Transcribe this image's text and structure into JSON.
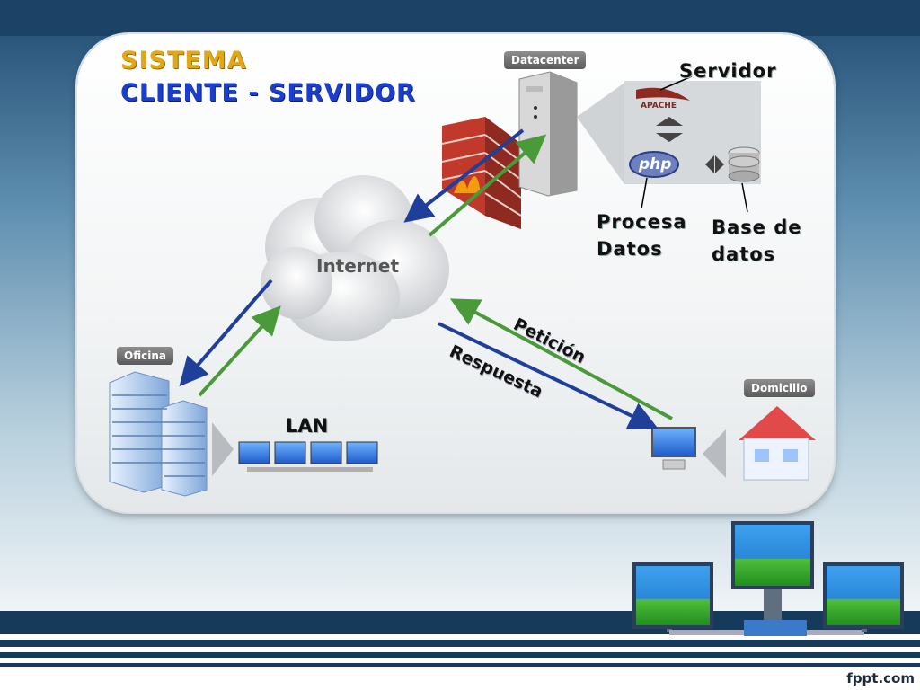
{
  "title": {
    "line1": "SISTEMA",
    "line2": "CLIENTE - SERVIDOR"
  },
  "nodes": {
    "datacenter": "Datacenter",
    "oficina": "Oficina",
    "domicilio": "Domicilio",
    "internet": "Internet",
    "lan": "LAN",
    "servidor": "Servidor",
    "apache": "APACHE",
    "php": "php",
    "procesa_line1": "Procesa",
    "procesa_line2": "Datos",
    "bd_line1": "Base de",
    "bd_line2": "datos"
  },
  "flows": {
    "peticion": "Petición",
    "respuesta": "Respuesta"
  },
  "footer": {
    "brand": "fppt.com"
  },
  "colors": {
    "request_arrow": "#4a9a3a",
    "response_arrow": "#1f3f9a"
  }
}
